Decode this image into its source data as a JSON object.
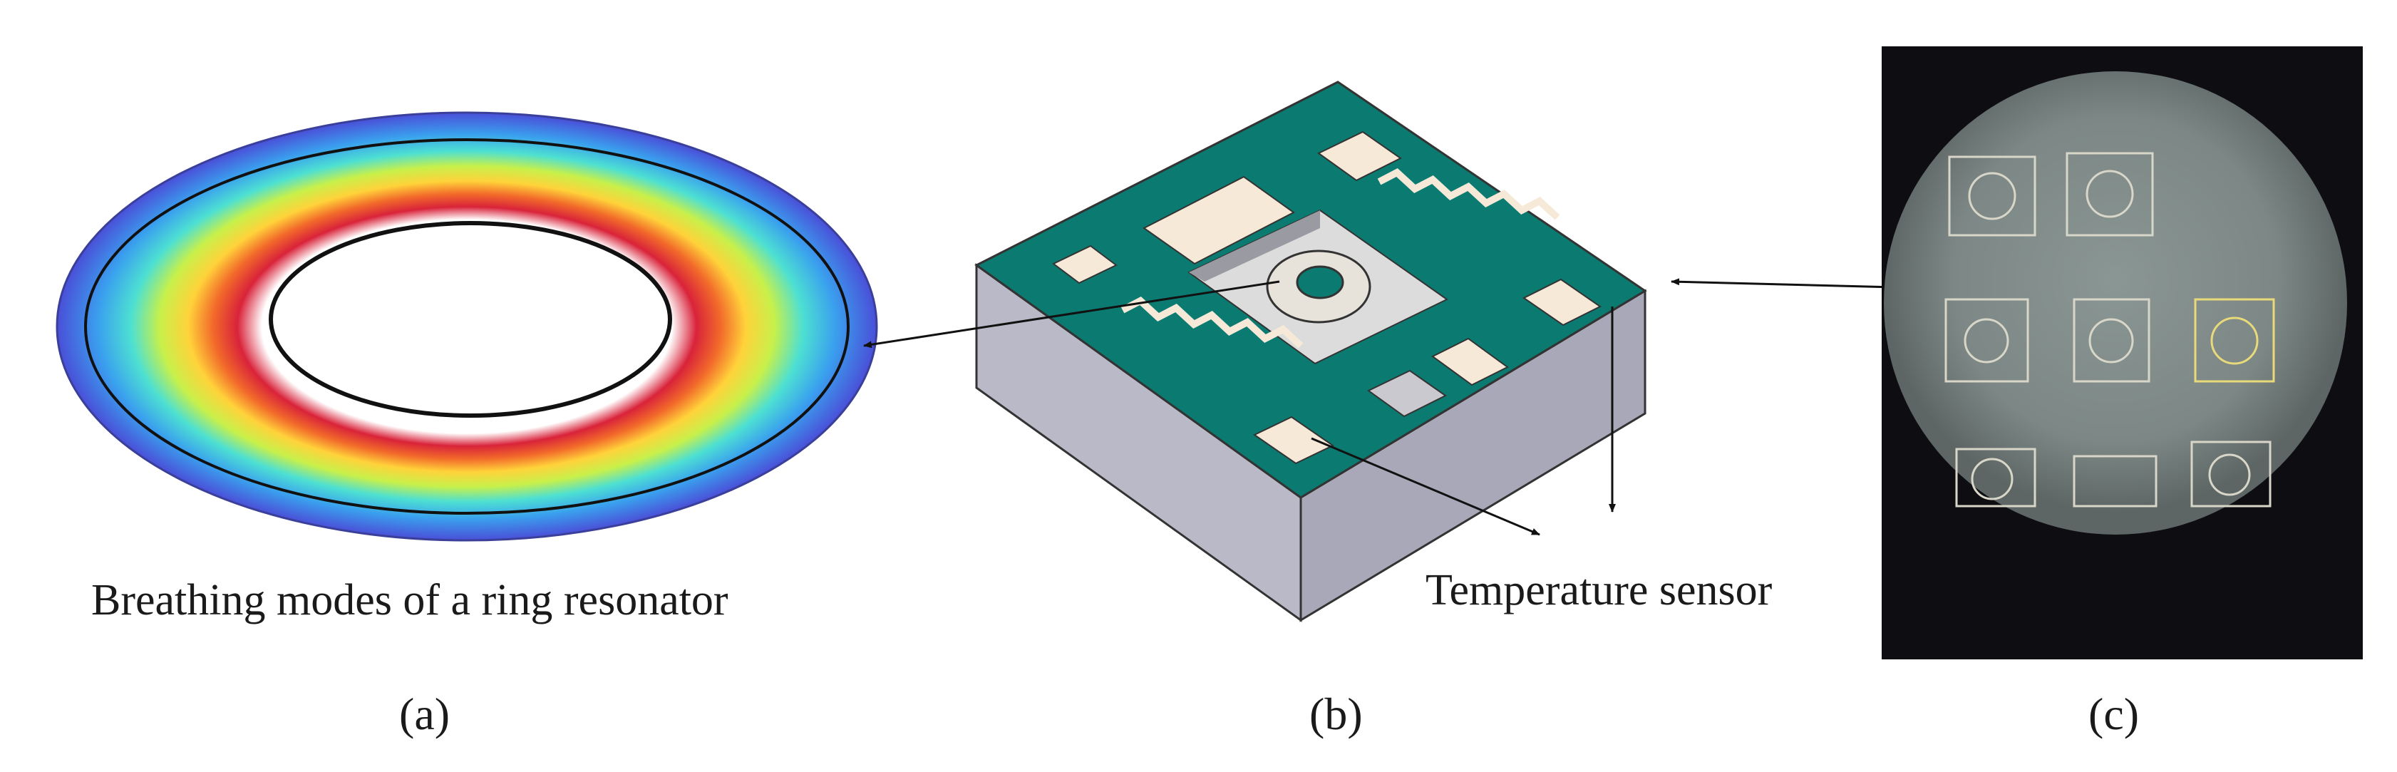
{
  "panel_a": {
    "caption": "Breathing modes of a ring resonator",
    "label": "(a)"
  },
  "panel_b": {
    "caption": "Temperature sensor",
    "label": "(b)"
  },
  "panel_c": {
    "label": "(c)"
  },
  "colors": {
    "substrate_top": "#0b7a70",
    "substrate_side": "#b9b9c8",
    "pad": "#f6e9d8",
    "mode_hot": "#e8303a",
    "mode_cold": "#4a4fd8",
    "micrograph_bg": "#0e0e12"
  }
}
